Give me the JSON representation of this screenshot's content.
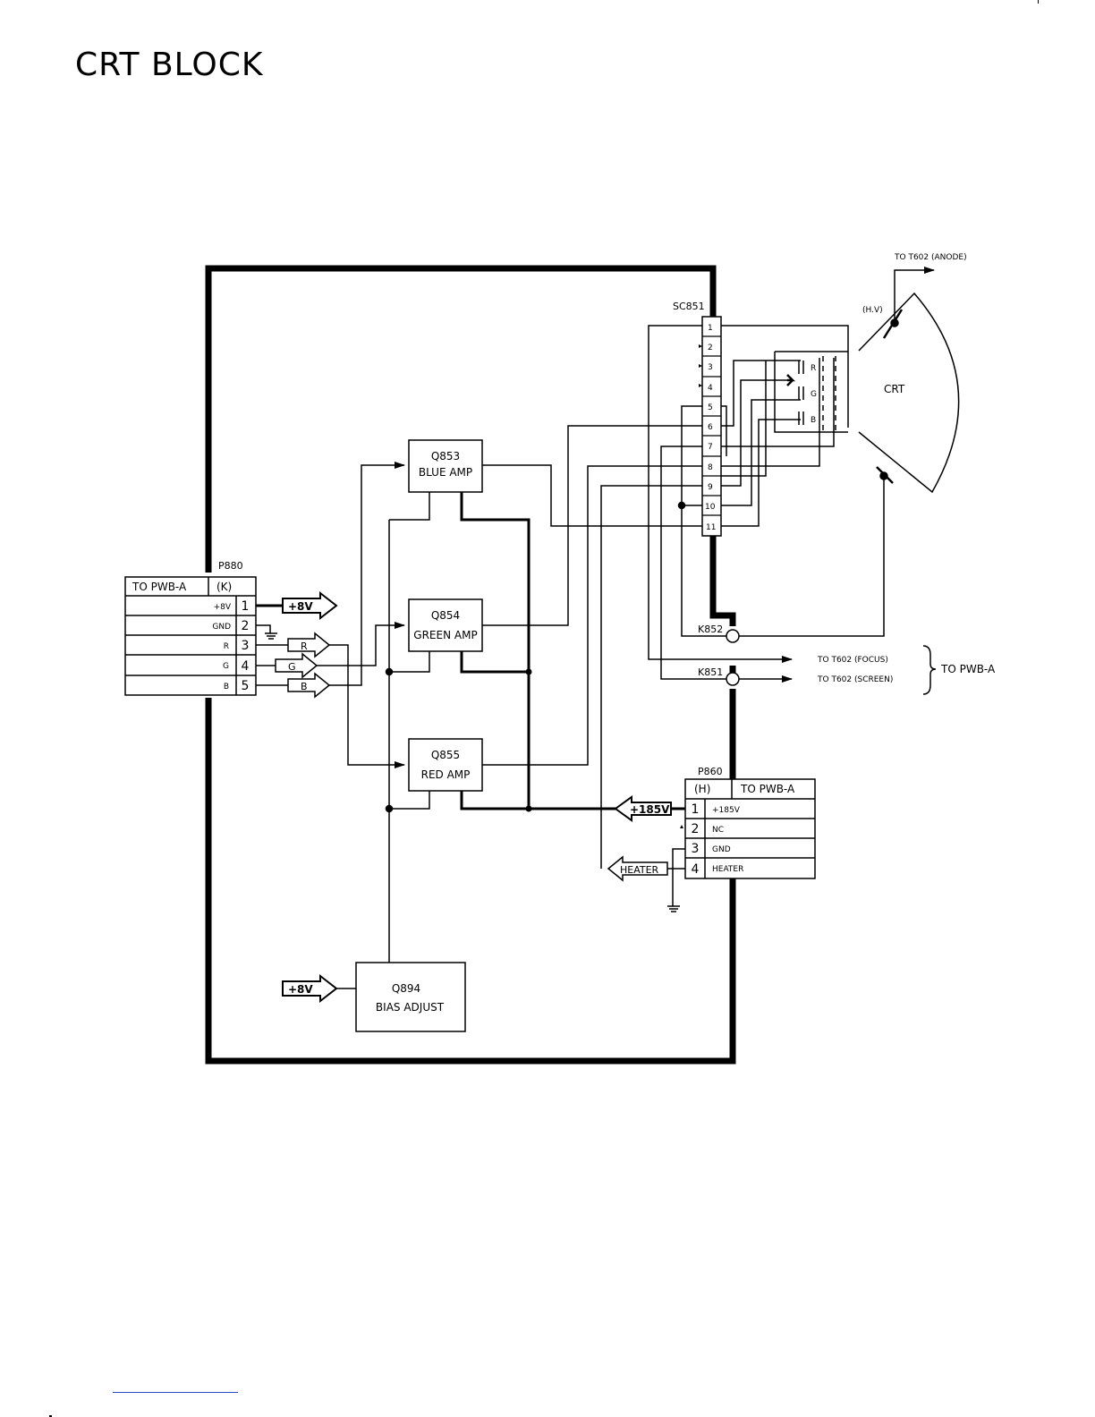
{
  "title": "CRT BLOCK",
  "connectors": {
    "p880": {
      "ref": "P880",
      "header_dest": "TO PWB-A",
      "header_type": "(K)",
      "pins": [
        {
          "num": "1",
          "label": "+8V"
        },
        {
          "num": "2",
          "label": "GND"
        },
        {
          "num": "3",
          "label": "R"
        },
        {
          "num": "4",
          "label": "G"
        },
        {
          "num": "5",
          "label": "B"
        }
      ]
    },
    "p860": {
      "ref": "P860",
      "header_type": "(H)",
      "header_dest": "TO PWB-A",
      "pins": [
        {
          "num": "1",
          "label": "+185V"
        },
        {
          "num": "2",
          "label": "NC"
        },
        {
          "num": "3",
          "label": "GND"
        },
        {
          "num": "4",
          "label": "HEATER"
        }
      ]
    },
    "sc851": {
      "ref": "SC851",
      "pins": [
        "1",
        "2",
        "3",
        "4",
        "5",
        "6",
        "7",
        "8",
        "9",
        "10",
        "11"
      ]
    },
    "k852": "K852",
    "k851": "K851"
  },
  "blocks": {
    "q853": {
      "ref": "Q853",
      "name": "BLUE AMP"
    },
    "q854": {
      "ref": "Q854",
      "name": "GREEN AMP"
    },
    "q855": {
      "ref": "Q855",
      "name": "RED AMP"
    },
    "q894": {
      "ref": "Q894",
      "name": "BIAS ADJUST"
    }
  },
  "arrows": {
    "plus8v_out": "+8V",
    "plus8v_in": "+8V",
    "r": "R",
    "g": "G",
    "b": "B",
    "plus185v": "+185V",
    "heater": "HEATER"
  },
  "crt": {
    "label": "CRT",
    "hv": "(H.V)",
    "gun_r": "R",
    "gun_g": "G",
    "gun_b": "B"
  },
  "destinations": {
    "anode": "TO T602 (ANODE)",
    "focus": "TO T602 (FOCUS)",
    "screen": "TO T602 (SCREEN)",
    "pwb_a": "TO PWB-A"
  }
}
